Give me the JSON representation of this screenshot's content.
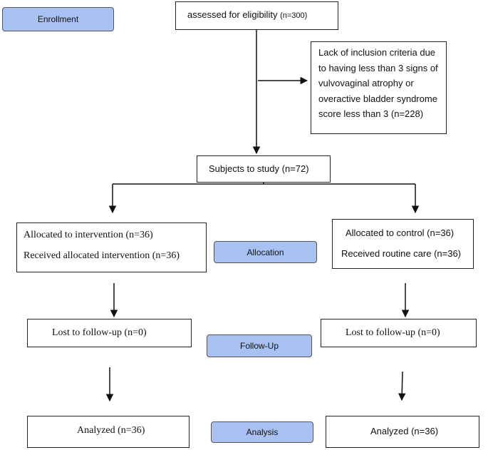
{
  "stage_color": "#a8c0f2",
  "stages": {
    "enrollment": "Enrollment",
    "allocation": "Allocation",
    "follow_up": "Follow-Up",
    "analysis": "Analysis"
  },
  "assessed": {
    "label": "assessed for eligibility",
    "count": "(n=300)"
  },
  "exclusion": {
    "lines": [
      "Lack of inclusion criteria due",
      "to having less than 3 signs of",
      "vulvovaginal atrophy or",
      "overactive bladder syndrome",
      "score less than 3 (n=228)"
    ]
  },
  "subjects": "Subjects to study (n=72)",
  "intervention": {
    "allocated": "Allocated to intervention (n=36)",
    "received": "Received allocated intervention (n=36)",
    "lost": "Lost to follow-up (n=0)",
    "analyzed": "Analyzed (n=36)"
  },
  "control": {
    "allocated": "Allocated to control (n=36)",
    "received": "Received routine care (n=36)",
    "lost": "Lost to follow-up (n=0)",
    "analyzed": "Analyzed (n=36)"
  }
}
